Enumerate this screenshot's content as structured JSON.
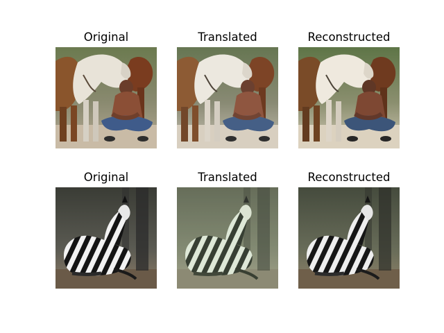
{
  "rows": [
    {
      "scene": "horses-and-man",
      "cells": [
        {
          "title": "Original",
          "variant": "original"
        },
        {
          "title": "Translated",
          "variant": "translated"
        },
        {
          "title": "Reconstructed",
          "variant": "reconstructed"
        }
      ]
    },
    {
      "scene": "zebra",
      "cells": [
        {
          "title": "Original",
          "variant": "original"
        },
        {
          "title": "Translated",
          "variant": "translated"
        },
        {
          "title": "Reconstructed",
          "variant": "reconstructed"
        }
      ]
    }
  ]
}
